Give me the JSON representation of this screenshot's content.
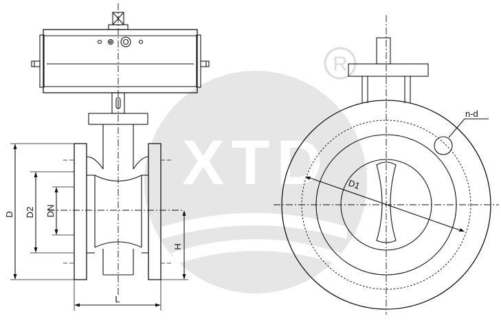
{
  "labels": {
    "D": "D",
    "D2": "D2",
    "DN": "DN",
    "H": "H",
    "L": "L",
    "D1": "D1",
    "nd": "n-d"
  },
  "watermark": {
    "text": "XTD",
    "registered": "R"
  },
  "colors": {
    "line": "#111111",
    "watermark": "#e6e6e6"
  }
}
